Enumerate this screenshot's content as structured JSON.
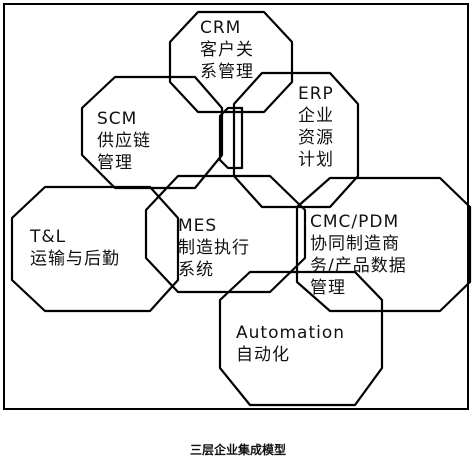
{
  "modules": {
    "crm": {
      "line1": "CRM",
      "line2": "客户关",
      "line3": "系管理"
    },
    "erp": {
      "line1": "ERP",
      "line2": "企业",
      "line3": "资源",
      "line4": "计划"
    },
    "scm": {
      "line1": "SCM",
      "line2": "供应链",
      "line3": "管理"
    },
    "tl": {
      "line1": "T&L",
      "line2": "运输与后勤"
    },
    "mes": {
      "line1": "MES",
      "line2": "制造执行",
      "line3": "系统"
    },
    "cmc": {
      "line1": "CMC/PDM",
      "line2": "协同制造商",
      "line3": "务/产品数据",
      "line4": "管理"
    },
    "automation": {
      "line1": "Automation",
      "line2": "自动化"
    }
  },
  "caption": "三层企业集成模型"
}
